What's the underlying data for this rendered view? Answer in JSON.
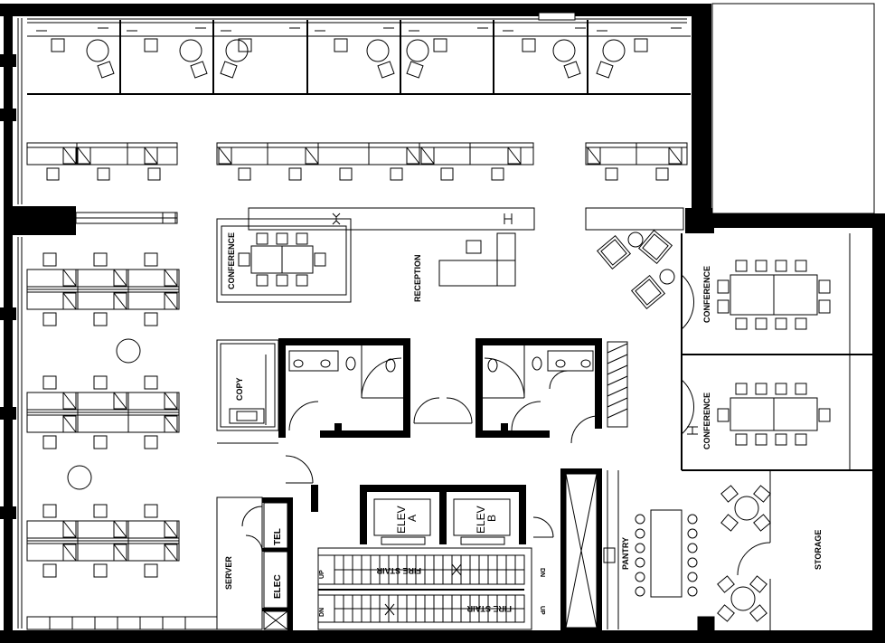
{
  "rooms": {
    "conference_center": "CONFERENCE",
    "reception": "RECEPTION",
    "conference_east_1": "CONFERENCE",
    "conference_east_2": "CONFERENCE",
    "copy": "COPY",
    "server": "SERVER",
    "tel": "TEL",
    "elec": "ELEC",
    "elevator_a_1": "ELEV",
    "elevator_a_2": "A",
    "elevator_b_1": "ELEV",
    "elevator_b_2": "B",
    "fire_stair_1": "FIRE STAIR",
    "fire_stair_2": "FIRE STAIR",
    "stair_up_1": "UP",
    "stair_dn_1": "DN",
    "stair_dn_2": "DN",
    "stair_up_2": "UP",
    "pantry": "PANTRY",
    "storage": "STORAGE"
  },
  "colors": {
    "wall": "#000000",
    "line": "#222222",
    "background": "#ffffff"
  }
}
